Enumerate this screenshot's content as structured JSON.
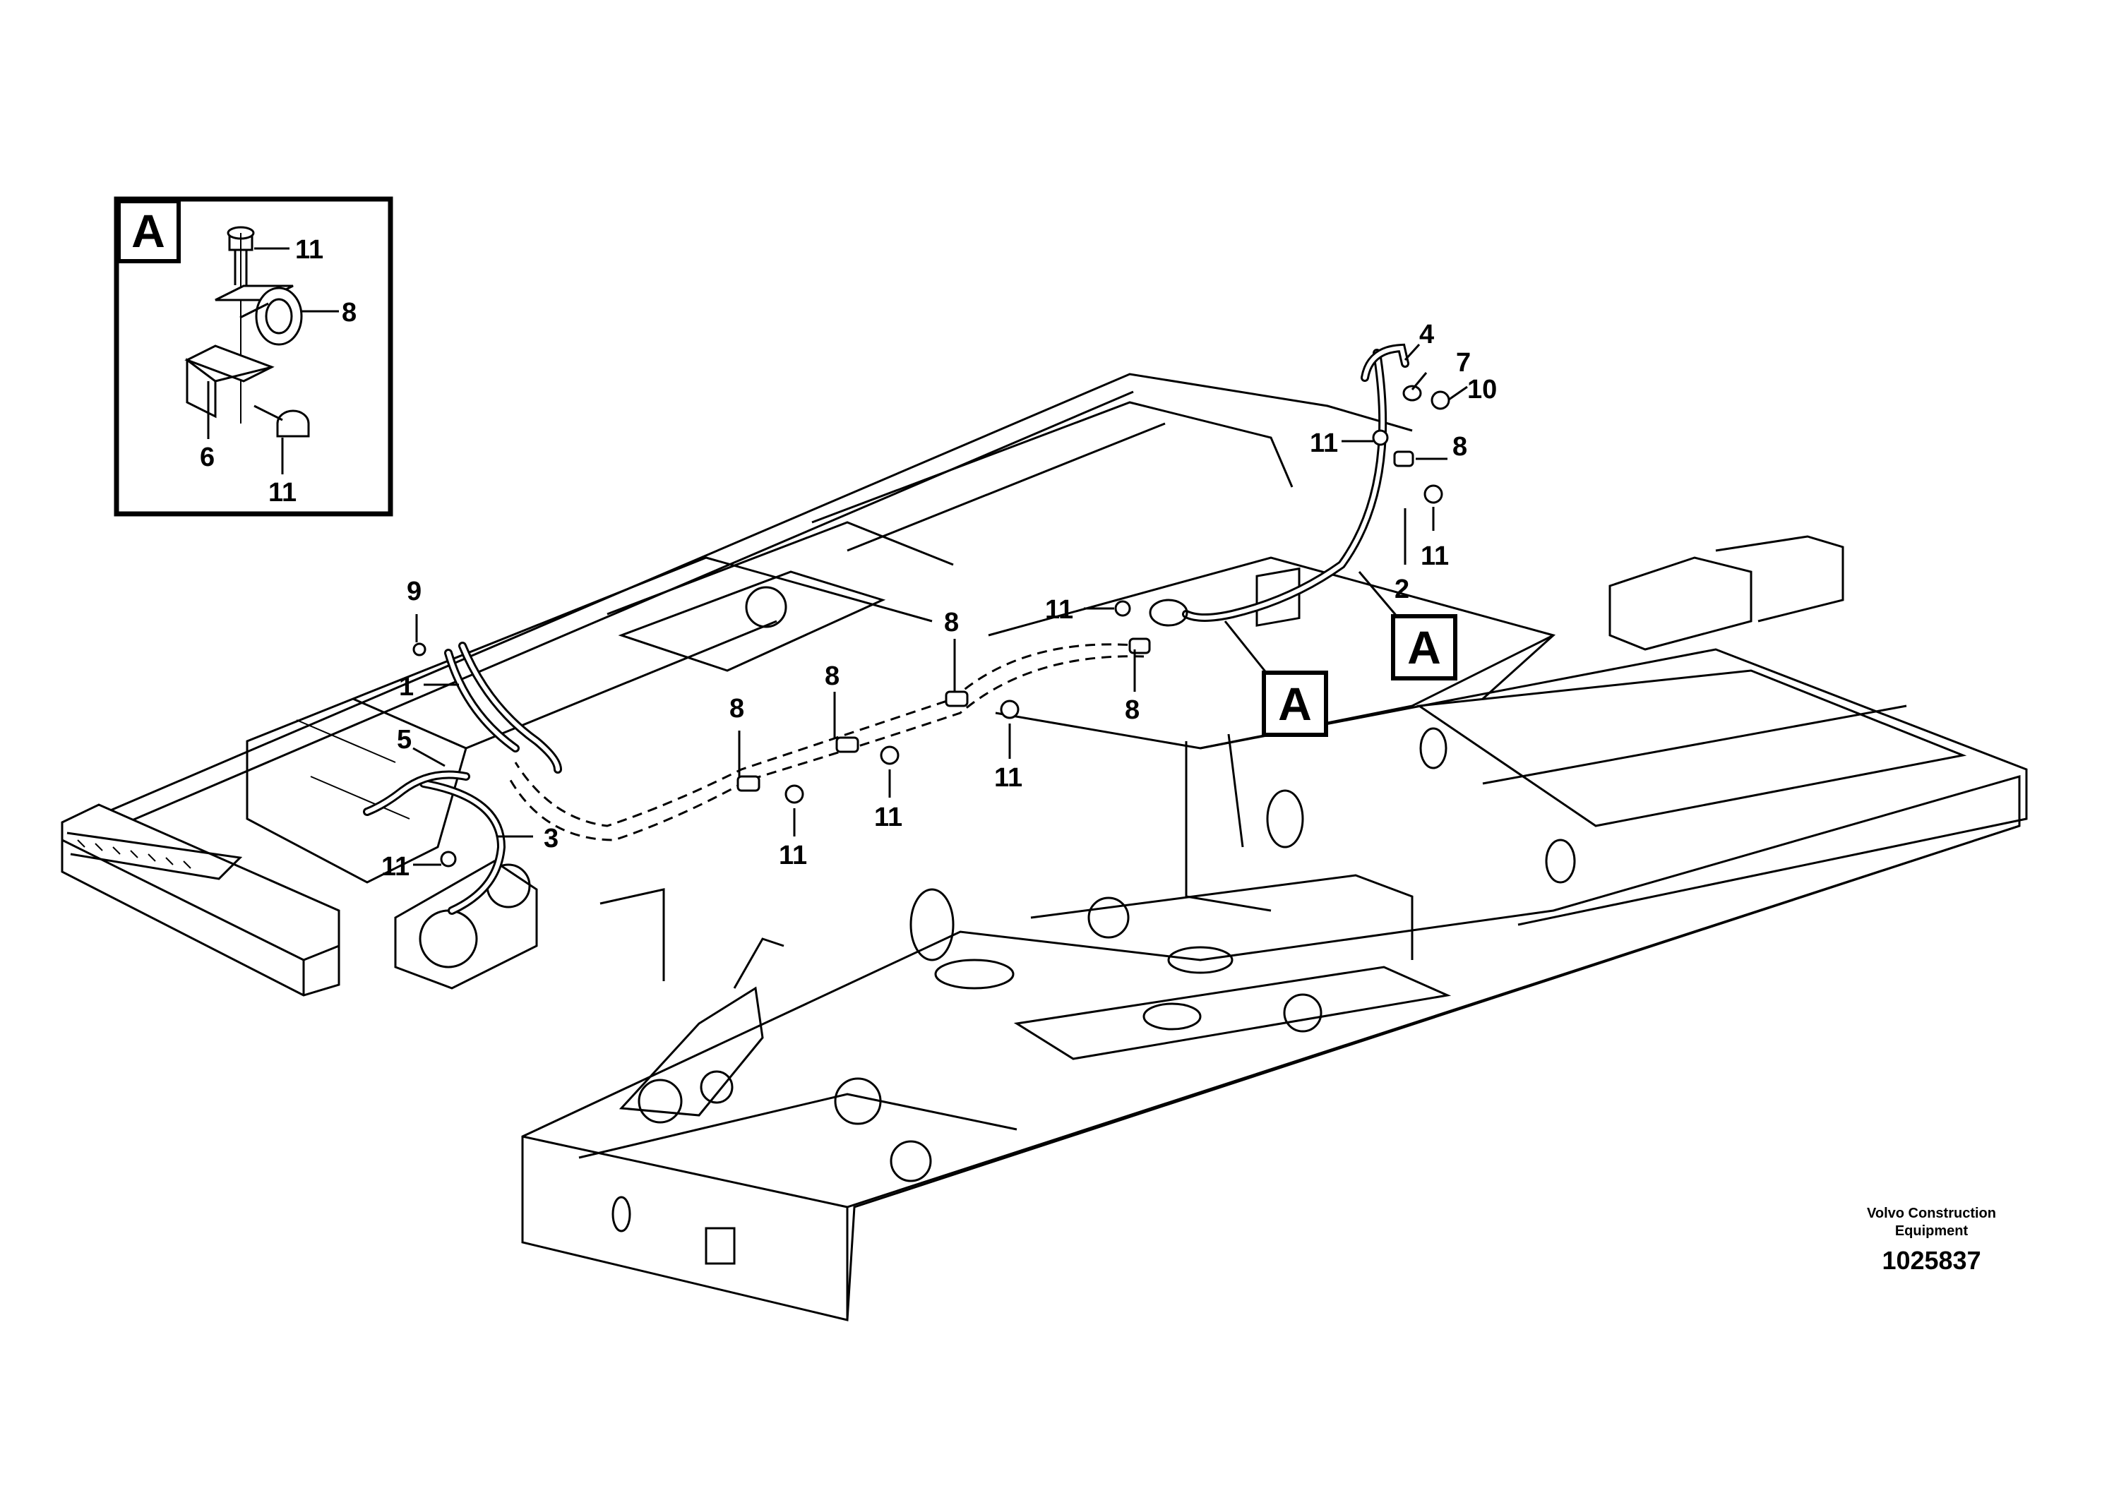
{
  "detail_view": {
    "letter": "A",
    "callouts": [
      "11",
      "8",
      "6",
      "11"
    ]
  },
  "main_view": {
    "view_markers": [
      "A",
      "A"
    ],
    "callouts": [
      "4",
      "7",
      "10",
      "11",
      "8",
      "11",
      "2",
      "11",
      "8",
      "9",
      "1",
      "5",
      "3",
      "11",
      "8",
      "8",
      "8",
      "11",
      "11",
      "11"
    ]
  },
  "footer": {
    "maker_line1": "Volvo Construction",
    "maker_line2": "Equipment",
    "drawing_number": "1025837"
  }
}
